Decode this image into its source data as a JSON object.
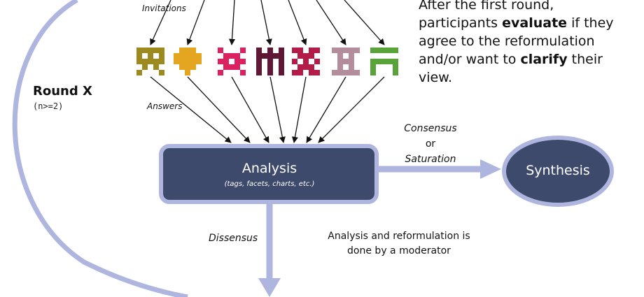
{
  "round": {
    "title": "Round X",
    "subtitle": "(n>=2)"
  },
  "labels": {
    "invitations": "Invitations",
    "answers": "Answers",
    "consensus": "Consensus",
    "or": "or",
    "saturation": "Saturation",
    "dissensus": "Dissensus",
    "moderator_note": "Analysis and reformulation is done by a moderator"
  },
  "note": {
    "line1": "After the first round,",
    "line2_pre": "participants ",
    "line2_bold": "evaluate",
    "line2_post": " if they",
    "line3": "agree to the reformulation",
    "line4_pre": "and/or want to ",
    "line4_bold": "clarify",
    "line4_post": " their",
    "line5": "view."
  },
  "analysis": {
    "title": "Analysis",
    "subtitle": "(tags, facets, charts, etc.)"
  },
  "synthesis": {
    "title": "Synthesis"
  },
  "colors": {
    "box_fill": "#3d4a6b",
    "box_border": "#aeb6e0",
    "flow_arrow": "#aeb6e0",
    "participants": [
      "#9c8a1e",
      "#e4a521",
      "#db2160",
      "#5e1734",
      "#b31b48",
      "#b48d9d",
      "#5aa33a"
    ]
  },
  "participants": [
    {
      "icon": "invader-icon-1"
    },
    {
      "icon": "invader-icon-2"
    },
    {
      "icon": "invader-icon-3"
    },
    {
      "icon": "invader-icon-4"
    },
    {
      "icon": "invader-icon-5"
    },
    {
      "icon": "invader-icon-6"
    },
    {
      "icon": "invader-icon-7"
    }
  ]
}
